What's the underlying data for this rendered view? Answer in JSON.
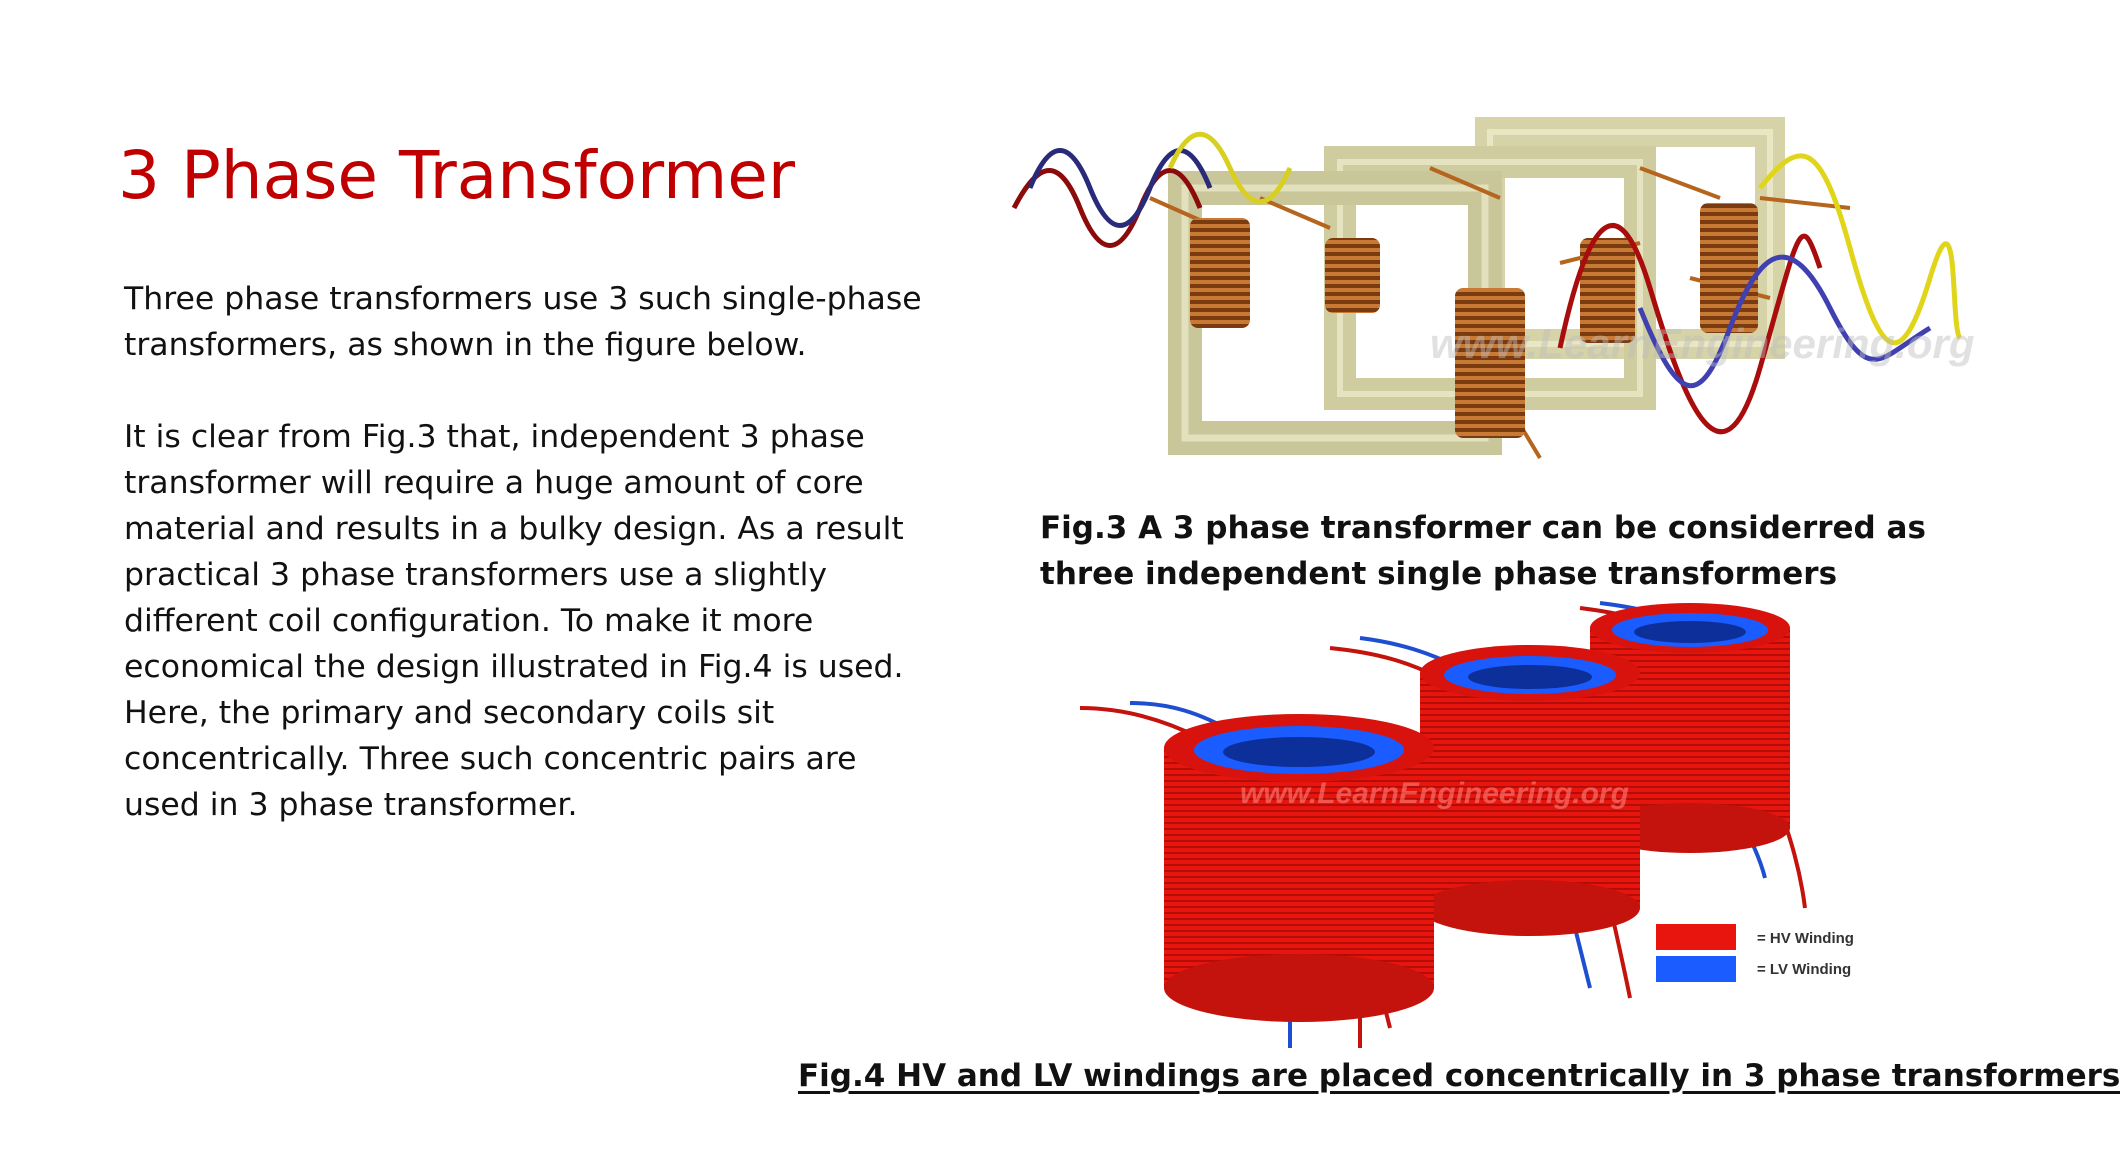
{
  "slide": {
    "title": "3 Phase Transformer",
    "paragraphs": [
      "Three phase transformers use 3 such single-phase transformers, as shown in the figure below.",
      "It is clear from Fig.3 that, independent 3 phase transformer will require a huge amount of core material and results in a bulky design. As a result practical 3 phase transformers use a slightly different coil configuration. To make it more economical the design illustrated in Fig.4 is used. Here, the primary and secondary coils sit concentrically. Three such concentric pairs are used in 3 phase transformer."
    ]
  },
  "fig3": {
    "caption": "Fig.3 A 3 phase transformer can be considerred as three independent single phase transformers",
    "watermark": "www.LearnEngineering.org"
  },
  "fig4": {
    "caption": "Fig.4 HV and LV windings are placed concentrically in 3 phase transformers",
    "watermark": "www.LearnEngineering.org",
    "legend": [
      {
        "label": "= HV Winding",
        "color": "#e8150f"
      },
      {
        "label": "= LV  Winding",
        "color": "#1a5cff"
      }
    ]
  },
  "colors": {
    "title": "#c00000",
    "hv_winding": "#e8150f",
    "lv_winding": "#1a5cff",
    "copper": "#b5651d",
    "core": "#d9d7b0"
  }
}
